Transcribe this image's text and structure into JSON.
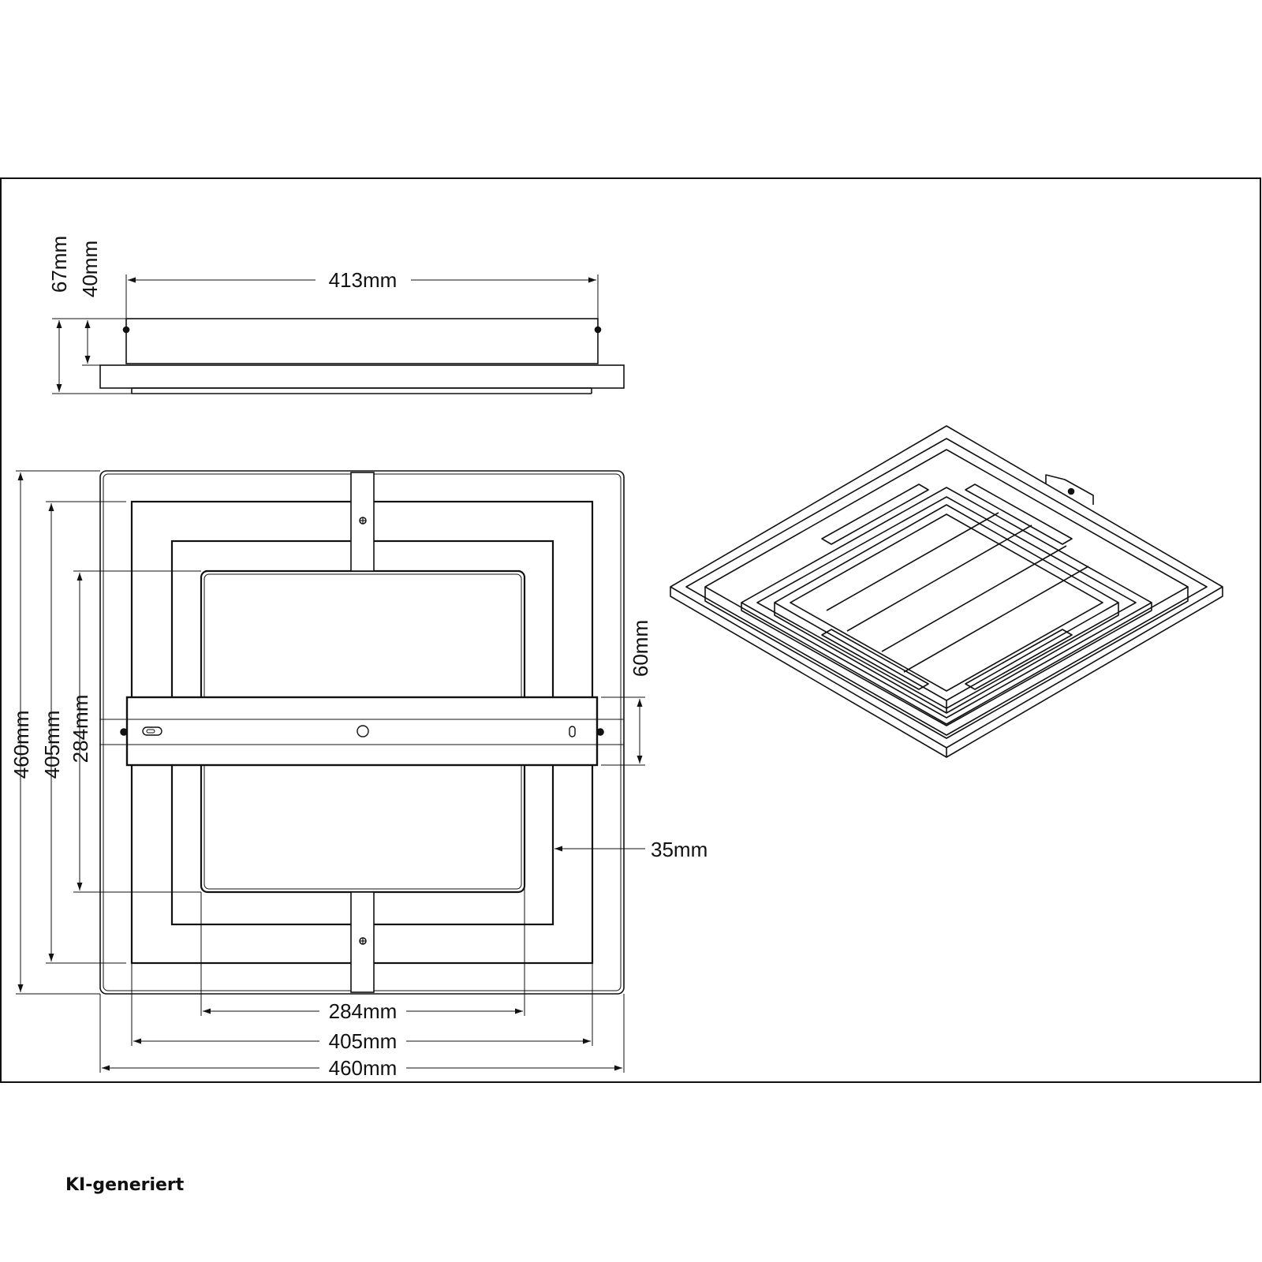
{
  "side_view": {
    "width_label": "413mm",
    "height_total_label": "67mm",
    "height_body_label": "40mm"
  },
  "top_view": {
    "outer_width_label": "460mm",
    "middle_width_label": "405mm",
    "inner_width_label": "284mm",
    "outer_height_label": "460mm",
    "middle_height_label": "405mm",
    "inner_height_label": "284mm",
    "bracket_height_label": "60mm",
    "frame_offset_label": "35mm"
  },
  "caption": "KI-generiert",
  "colors": {
    "line": "#111111",
    "background": "#ffffff"
  }
}
